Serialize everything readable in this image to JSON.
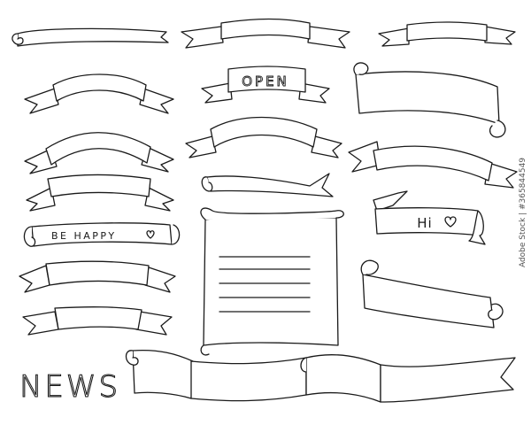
{
  "labels": {
    "open": "OPEN",
    "be_happy": "BE HAPPY",
    "hi": "Hi",
    "news": "NEWS"
  },
  "watermark": "Adobe Stock | #365844549",
  "colors": {
    "ink": "#1a1a1a",
    "paper": "#ffffff"
  }
}
